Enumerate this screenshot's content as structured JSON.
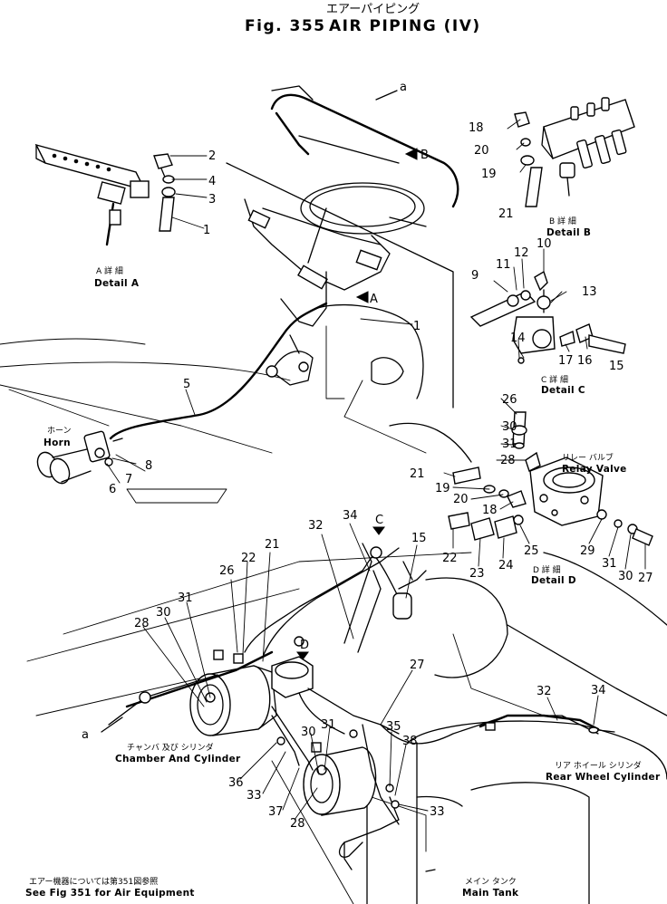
{
  "title": {
    "japanese": "エアーパイピング",
    "fig_label": "Fig. 355",
    "english": "AIR PIPING (IV)"
  },
  "captions": {
    "detail_a_jp": "A 詳 細",
    "detail_a_en": "Detail A",
    "detail_b_jp": "B 詳 細",
    "detail_b_en": "Detail B",
    "detail_c_jp": "C 詳 細",
    "detail_c_en": "Detail C",
    "detail_d_jp": "D 詳 細",
    "detail_d_en": "Detail D",
    "horn_jp": "ホーン",
    "horn_en": "Horn",
    "relay_jp": "リレー バルブ",
    "relay_en": "Relay Valve",
    "chamber_jp": "チャンバ 及び シリンダ",
    "chamber_en": "Chamber And Cylinder",
    "rear_jp": "リア ホイール シリンダ",
    "rear_en": "Rear Wheel Cylinder",
    "main_jp": "メイン タンク",
    "main_en": "Main Tank",
    "note_jp": "エアー機器については第351図参照",
    "note_en": "See Fig 351 for Air Equipment"
  },
  "view_markers": {
    "a": "A",
    "b": "B",
    "c": "C",
    "d": "D",
    "a_top": "a",
    "a_bottom": "a"
  },
  "callouts": {
    "c1a": "1",
    "c1b": "1",
    "c2": "2",
    "c3": "3",
    "c4": "4",
    "c5": "5",
    "c6": "6",
    "c7": "7",
    "c8": "8",
    "c9": "9",
    "c10": "10",
    "c11": "11",
    "c12": "12",
    "c13": "13",
    "c14": "14",
    "c15a": "15",
    "c15b": "15",
    "c16": "16",
    "c17": "17",
    "c18a": "18",
    "c18b": "18",
    "c19a": "19",
    "c19b": "19",
    "c20a": "20",
    "c20b": "20",
    "c21a": "21",
    "c21b": "21",
    "c21c": "21",
    "c22a": "22",
    "c22b": "22",
    "c23": "23",
    "c24": "24",
    "c25": "25",
    "c26a": "26",
    "c26b": "26",
    "c27a": "27",
    "c27b": "27",
    "c28a": "28",
    "c28b": "28",
    "c28c": "28",
    "c29": "29",
    "c30a": "30",
    "c30b": "30",
    "c30c": "30",
    "c30d": "30",
    "c31a": "31",
    "c31b": "31",
    "c31c": "31",
    "c31d": "31",
    "c32a": "32",
    "c32b": "32",
    "c33a": "33",
    "c33b": "33",
    "c34a": "34",
    "c34b": "34",
    "c35": "35",
    "c36": "36",
    "c37": "37",
    "c38": "38"
  }
}
